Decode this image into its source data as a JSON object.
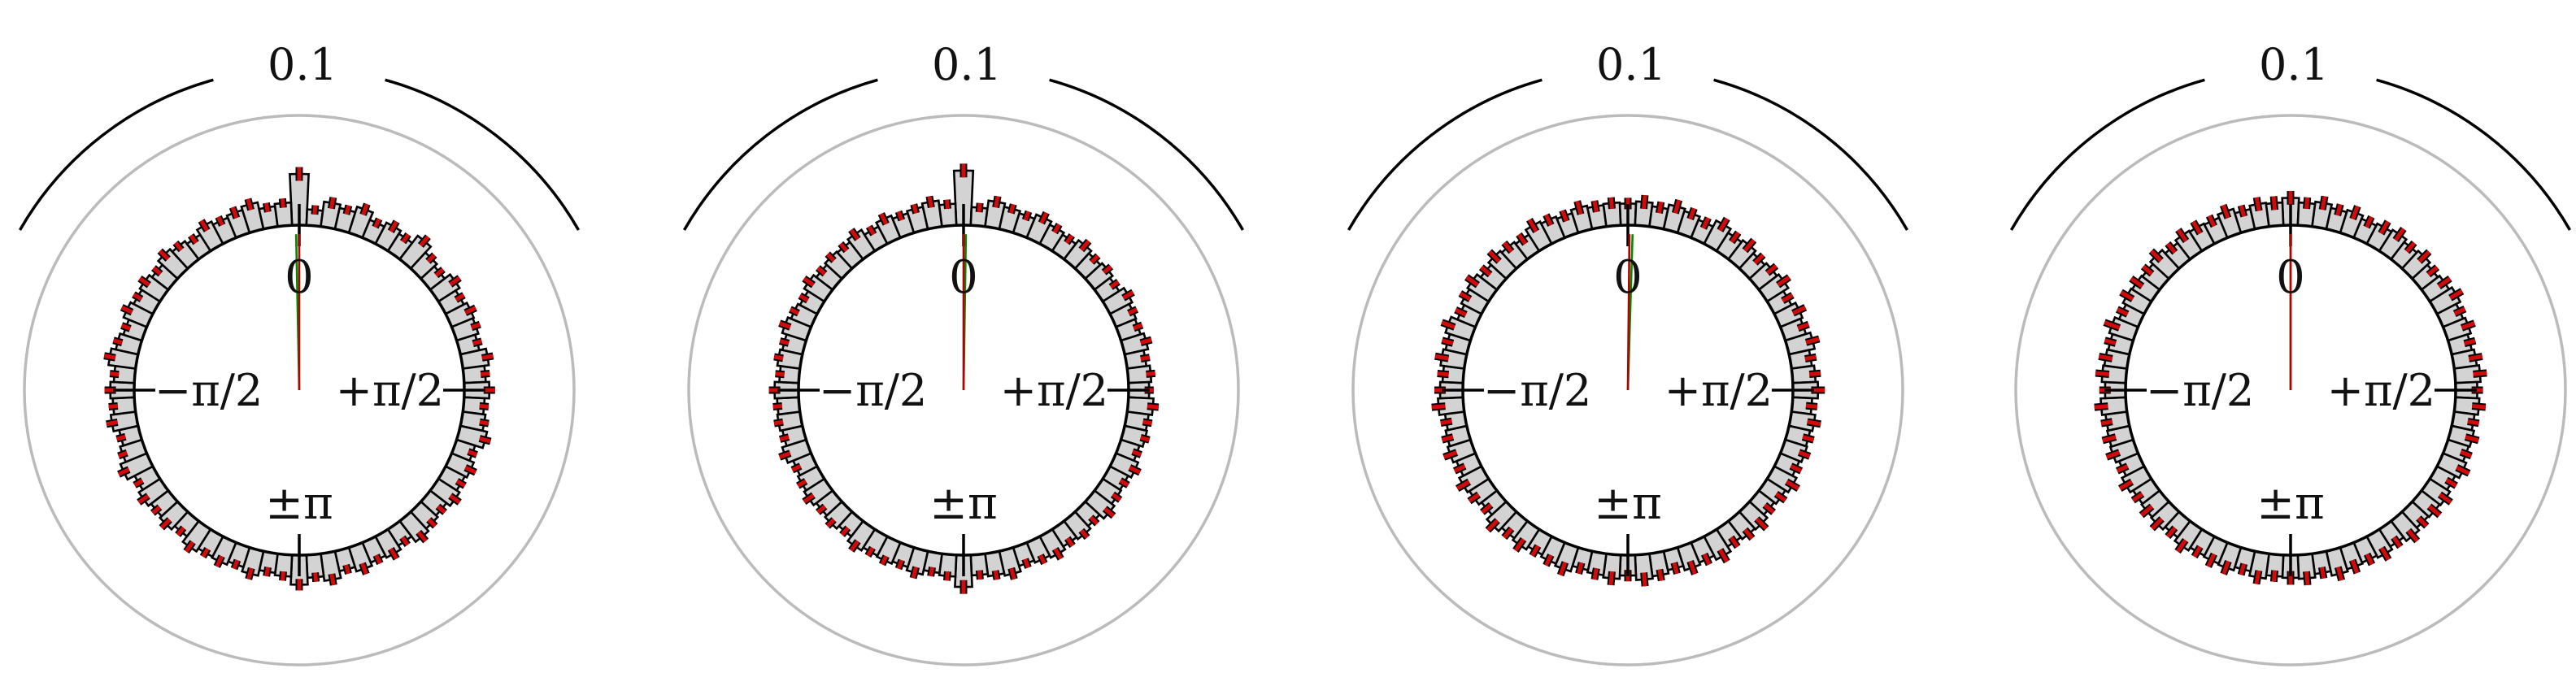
{
  "colors": {
    "bar_fill": "#d3d3d3",
    "bar_edge": "#000000",
    "error_bar": "#d10a0a",
    "outer_ring": "#bbbbbb",
    "axis": "#000000",
    "mean_vector_a": "#008a00",
    "mean_vector_b": "#b30000"
  },
  "chart_data": [
    {
      "type": "bar",
      "subtype": "circular-histogram",
      "angular_ticks": [
        "0",
        "+π/2",
        "±π",
        "−π/2"
      ],
      "radial_scale_label": "0.1",
      "bins": 72,
      "baseline": 0,
      "values": [
        0.045,
        0.014,
        0.022,
        0.019,
        0.024,
        0.017,
        0.021,
        0.018,
        0.026,
        0.019,
        0.016,
        0.022,
        0.018,
        0.021,
        0.02,
        0.017,
        0.023,
        0.019,
        0.022,
        0.018,
        0.02,
        0.024,
        0.017,
        0.021,
        0.019,
        0.022,
        0.018,
        0.02,
        0.023,
        0.017,
        0.021,
        0.019,
        0.022,
        0.018,
        0.024,
        0.02,
        0.026,
        0.019,
        0.017,
        0.022,
        0.018,
        0.021,
        0.02,
        0.023,
        0.017,
        0.021,
        0.019,
        0.022,
        0.018,
        0.025,
        0.02,
        0.017,
        0.022,
        0.019,
        0.021,
        0.018,
        0.024,
        0.02,
        0.017,
        0.022,
        0.019,
        0.021,
        0.018,
        0.023,
        0.02,
        0.017,
        0.022,
        0.019,
        0.021,
        0.024,
        0.018,
        0.02
      ],
      "error": [
        0.006,
        0.004,
        0.005,
        0.004,
        0.005,
        0.004,
        0.005,
        0.004,
        0.005,
        0.004,
        0.004,
        0.005,
        0.004,
        0.005,
        0.004,
        0.004,
        0.005,
        0.004,
        0.005,
        0.004,
        0.004,
        0.005,
        0.004,
        0.005,
        0.004,
        0.005,
        0.004,
        0.004,
        0.005,
        0.004,
        0.005,
        0.004,
        0.005,
        0.004,
        0.005,
        0.004,
        0.005,
        0.004,
        0.004,
        0.005,
        0.004,
        0.005,
        0.004,
        0.005,
        0.004,
        0.005,
        0.004,
        0.005,
        0.004,
        0.005,
        0.004,
        0.004,
        0.005,
        0.004,
        0.005,
        0.004,
        0.005,
        0.004,
        0.004,
        0.005,
        0.004,
        0.005,
        0.004,
        0.005,
        0.004,
        0.004,
        0.005,
        0.004,
        0.005,
        0.005,
        0.004,
        0.004
      ],
      "mean_direction": [
        -0.02,
        0.0
      ],
      "mean_length": [
        0.9,
        0.9
      ]
    },
    {
      "type": "bar",
      "subtype": "circular-histogram",
      "angular_ticks": [
        "0",
        "+π/2",
        "±π",
        "−π/2"
      ],
      "radial_scale_label": "0.1",
      "bins": 72,
      "baseline": 0,
      "values": [
        0.048,
        0.016,
        0.023,
        0.02,
        0.018,
        0.022,
        0.019,
        0.017,
        0.021,
        0.018,
        0.02,
        0.017,
        0.022,
        0.019,
        0.018,
        0.021,
        0.017,
        0.02,
        0.018,
        0.022,
        0.019,
        0.02,
        0.017,
        0.021,
        0.018,
        0.019,
        0.022,
        0.017,
        0.02,
        0.018,
        0.021,
        0.019,
        0.017,
        0.022,
        0.02,
        0.018,
        0.028,
        0.019,
        0.017,
        0.021,
        0.018,
        0.02,
        0.019,
        0.022,
        0.017,
        0.02,
        0.018,
        0.021,
        0.019,
        0.017,
        0.022,
        0.018,
        0.02,
        0.019,
        0.021,
        0.017,
        0.02,
        0.018,
        0.022,
        0.019,
        0.017,
        0.021,
        0.018,
        0.02,
        0.019,
        0.022,
        0.017,
        0.021,
        0.018,
        0.02,
        0.023,
        0.019
      ],
      "error": [
        0.006,
        0.004,
        0.005,
        0.004,
        0.004,
        0.005,
        0.004,
        0.004,
        0.005,
        0.004,
        0.004,
        0.004,
        0.005,
        0.004,
        0.004,
        0.005,
        0.004,
        0.004,
        0.004,
        0.005,
        0.004,
        0.004,
        0.004,
        0.005,
        0.004,
        0.004,
        0.005,
        0.004,
        0.004,
        0.004,
        0.005,
        0.004,
        0.004,
        0.005,
        0.004,
        0.004,
        0.006,
        0.004,
        0.004,
        0.005,
        0.004,
        0.004,
        0.004,
        0.005,
        0.004,
        0.004,
        0.004,
        0.005,
        0.004,
        0.004,
        0.005,
        0.004,
        0.004,
        0.004,
        0.005,
        0.004,
        0.004,
        0.004,
        0.005,
        0.004,
        0.004,
        0.005,
        0.004,
        0.004,
        0.004,
        0.005,
        0.004,
        0.005,
        0.004,
        0.004,
        0.005,
        0.004
      ],
      "mean_direction": [
        0.015,
        0.0
      ],
      "mean_length": [
        0.9,
        0.9
      ]
    },
    {
      "type": "bar",
      "subtype": "circular-histogram",
      "angular_ticks": [
        "0",
        "+π/2",
        "±π",
        "−π/2"
      ],
      "radial_scale_label": "0.1",
      "bins": 72,
      "baseline": 0,
      "values": [
        0.019,
        0.021,
        0.018,
        0.022,
        0.02,
        0.017,
        0.023,
        0.019,
        0.021,
        0.018,
        0.02,
        0.022,
        0.017,
        0.021,
        0.019,
        0.023,
        0.018,
        0.02,
        0.022,
        0.017,
        0.021,
        0.019,
        0.02,
        0.018,
        0.022,
        0.019,
        0.017,
        0.021,
        0.02,
        0.018,
        0.023,
        0.019,
        0.021,
        0.017,
        0.02,
        0.022,
        0.018,
        0.021,
        0.019,
        0.017,
        0.022,
        0.02,
        0.018,
        0.021,
        0.019,
        0.023,
        0.017,
        0.02,
        0.022,
        0.018,
        0.021,
        0.019,
        0.017,
        0.022,
        0.02,
        0.018,
        0.021,
        0.019,
        0.023,
        0.017,
        0.02,
        0.022,
        0.018,
        0.021,
        0.019,
        0.017,
        0.022,
        0.02,
        0.018,
        0.021,
        0.019,
        0.02
      ],
      "error": [
        0.005,
        0.006,
        0.005,
        0.006,
        0.005,
        0.005,
        0.006,
        0.005,
        0.006,
        0.005,
        0.005,
        0.006,
        0.005,
        0.006,
        0.005,
        0.006,
        0.005,
        0.005,
        0.006,
        0.005,
        0.006,
        0.005,
        0.005,
        0.005,
        0.006,
        0.005,
        0.005,
        0.006,
        0.005,
        0.005,
        0.006,
        0.005,
        0.006,
        0.005,
        0.005,
        0.006,
        0.005,
        0.006,
        0.005,
        0.005,
        0.006,
        0.005,
        0.005,
        0.006,
        0.005,
        0.006,
        0.005,
        0.005,
        0.006,
        0.005,
        0.006,
        0.005,
        0.005,
        0.006,
        0.005,
        0.005,
        0.006,
        0.005,
        0.006,
        0.005,
        0.005,
        0.006,
        0.005,
        0.006,
        0.005,
        0.005,
        0.006,
        0.005,
        0.005,
        0.006,
        0.005,
        0.005
      ],
      "mean_direction": [
        0.03,
        0.01
      ],
      "mean_length": [
        0.9,
        0.9
      ]
    },
    {
      "type": "bar",
      "subtype": "circular-histogram",
      "angular_ticks": [
        "0",
        "+π/2",
        "±π",
        "−π/2"
      ],
      "radial_scale_label": "0.1",
      "bins": 72,
      "baseline": 0,
      "values": [
        0.024,
        0.02,
        0.022,
        0.019,
        0.021,
        0.018,
        0.02,
        0.022,
        0.019,
        0.021,
        0.018,
        0.02,
        0.023,
        0.019,
        0.021,
        0.018,
        0.02,
        0.022,
        0.019,
        0.021,
        0.018,
        0.02,
        0.019,
        0.022,
        0.018,
        0.021,
        0.02,
        0.019,
        0.022,
        0.018,
        0.021,
        0.019,
        0.02,
        0.022,
        0.018,
        0.021,
        0.02,
        0.019,
        0.022,
        0.018,
        0.021,
        0.02,
        0.019,
        0.022,
        0.018,
        0.021,
        0.02,
        0.019,
        0.022,
        0.018,
        0.021,
        0.02,
        0.019,
        0.022,
        0.018,
        0.021,
        0.02,
        0.019,
        0.022,
        0.018,
        0.021,
        0.02,
        0.019,
        0.022,
        0.018,
        0.021,
        0.02,
        0.019,
        0.022,
        0.018,
        0.021,
        0.02
      ],
      "error": [
        0.006,
        0.005,
        0.006,
        0.005,
        0.006,
        0.005,
        0.006,
        0.006,
        0.005,
        0.006,
        0.005,
        0.006,
        0.006,
        0.005,
        0.006,
        0.005,
        0.006,
        0.006,
        0.005,
        0.006,
        0.005,
        0.006,
        0.005,
        0.006,
        0.005,
        0.006,
        0.006,
        0.005,
        0.006,
        0.005,
        0.006,
        0.005,
        0.006,
        0.006,
        0.005,
        0.006,
        0.006,
        0.005,
        0.006,
        0.005,
        0.006,
        0.006,
        0.005,
        0.006,
        0.005,
        0.006,
        0.006,
        0.005,
        0.006,
        0.005,
        0.006,
        0.006,
        0.005,
        0.006,
        0.005,
        0.006,
        0.006,
        0.005,
        0.007,
        0.005,
        0.006,
        0.006,
        0.005,
        0.006,
        0.005,
        0.006,
        0.006,
        0.005,
        0.006,
        0.005,
        0.006,
        0.006
      ],
      "mean_direction": [
        0.0,
        0.0
      ],
      "mean_length": [
        0.9,
        0.9
      ]
    }
  ]
}
